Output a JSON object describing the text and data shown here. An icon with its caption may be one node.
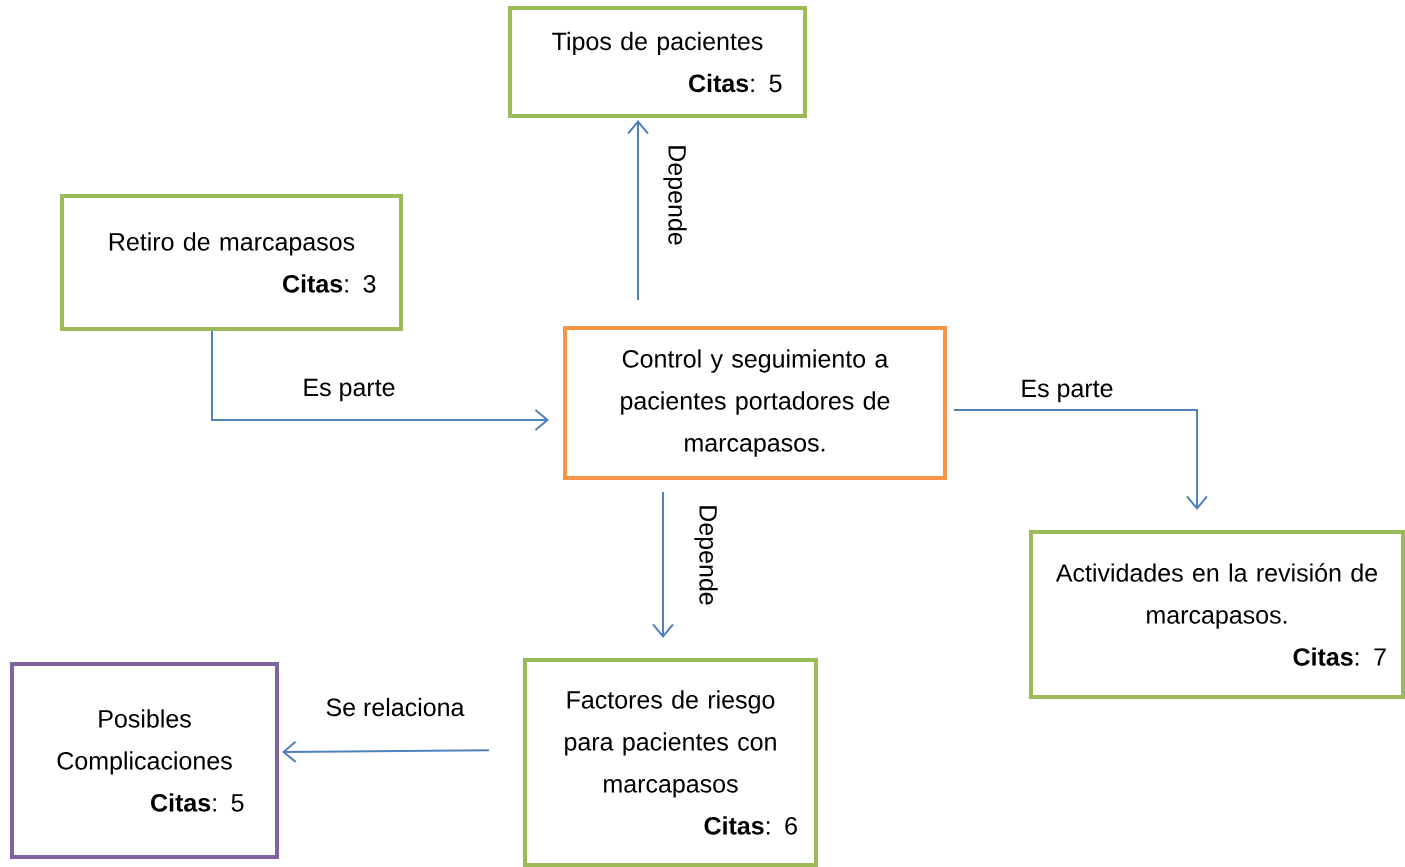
{
  "diagram": {
    "nodes": [
      {
        "text": [
          "Tipos de pacientes",
          "**Citas**: 5"
        ]
      },
      {
        "text": [
          "Retiro de marcapasos",
          "**Citas**: 3"
        ]
      },
      {
        "text": [
          "Control y seguimiento a pacientes portadores de marcapasos."
        ]
      },
      {
        "text": [
          "Actividades en la revisión de marcapasos.",
          "**Citas**: 7"
        ]
      },
      {
        "text": [
          "Posibles Complicaciones",
          "**Citas**: 5"
        ]
      },
      {
        "text": [
          "Factores de riesgo para pacientes con marcapasos",
          "**Citas**: 6"
        ]
      }
    ],
    "edges": [
      {
        "from": 2,
        "to": 0,
        "arrow": "to",
        "label": "Depende"
      },
      {
        "from": 1,
        "to": 2,
        "arrow": "to",
        "label": "Es parte"
      },
      {
        "from": 2,
        "to": 3,
        "arrow": "to",
        "label": "Es parte"
      },
      {
        "from": 2,
        "to": 5,
        "arrow": "to",
        "label": "Depende"
      },
      {
        "from": 5,
        "to": 4,
        "arrow": "to",
        "label": "Se relaciona"
      }
    ]
  }
}
